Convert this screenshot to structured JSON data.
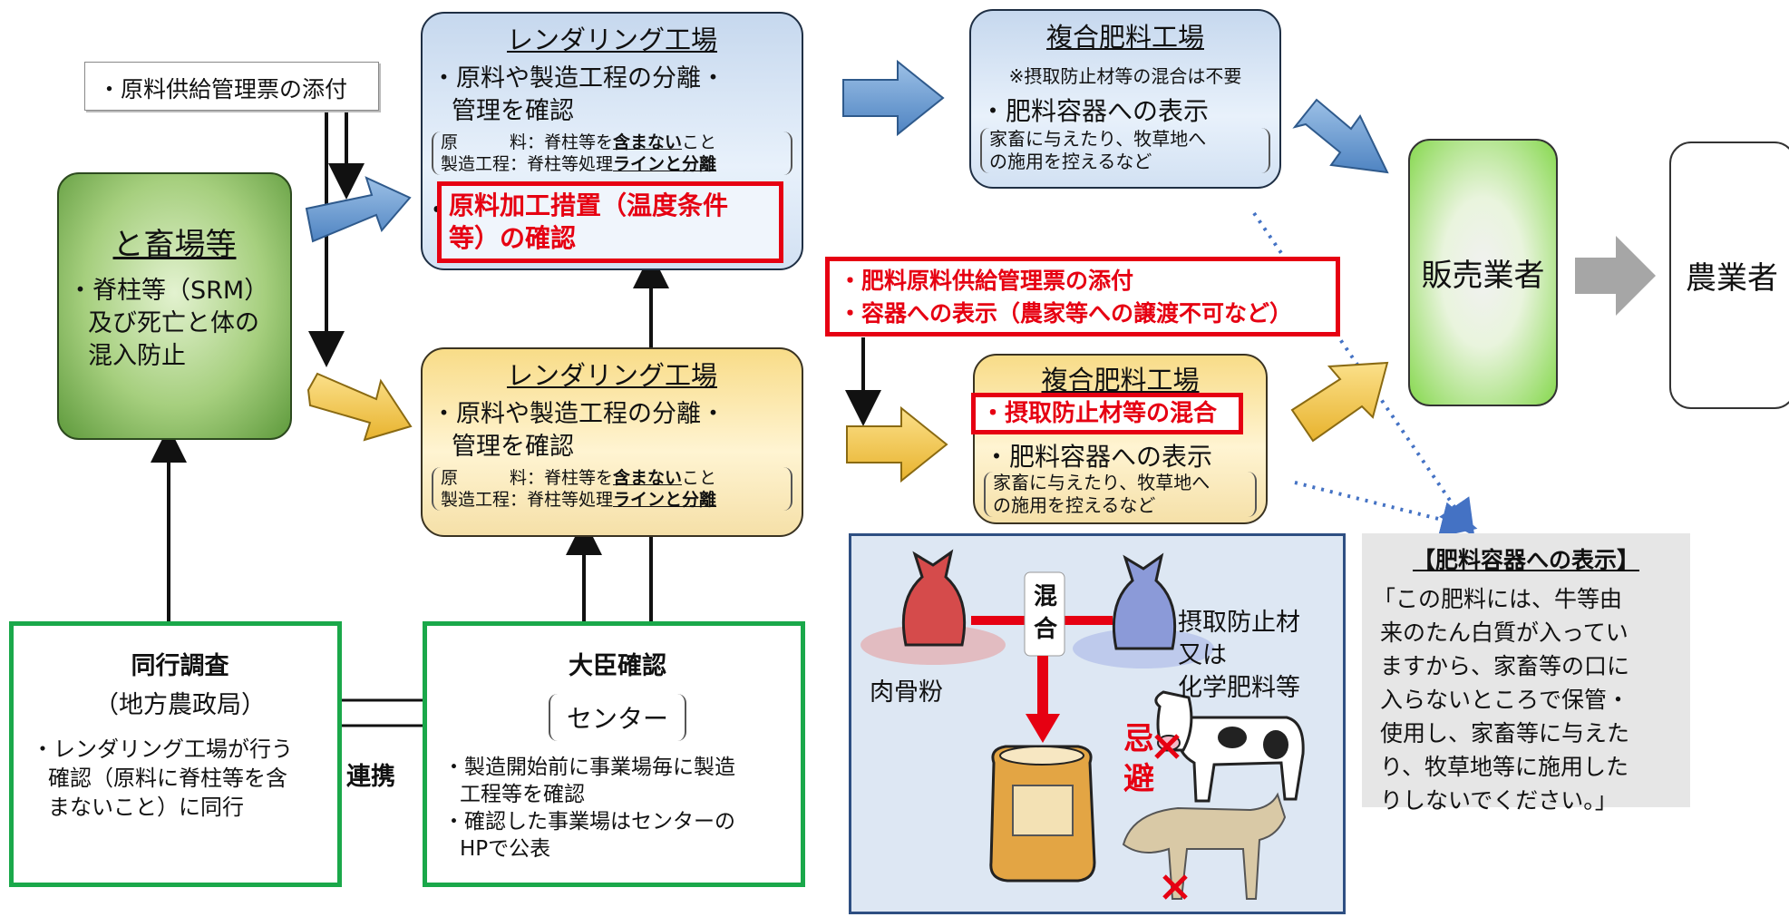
{
  "note_attach": "・原料供給管理票の添付",
  "slaughter": {
    "title": "と畜場等",
    "text1": "・脊柱等（SRM）",
    "text2": "及び死亡と体の",
    "text3": "混入防止"
  },
  "render_blue": {
    "title": "レンダリング工場",
    "line1": "・原料や製造工程の分離・",
    "line2": "管理を確認",
    "detail1_pre": "原　　　料：脊柱等を",
    "detail1_bold": "含まない",
    "detail1_post": "こと",
    "detail2_pre": "製造工程：脊柱等処理",
    "detail2_bold": "ラインと分離",
    "red_bullet": "・",
    "red_line1": "原料加工措置（温度条件",
    "red_line2": "等）の確認"
  },
  "render_yellow": {
    "title": "レンダリング工場",
    "line1": "・原料や製造工程の分離・",
    "line2": "管理を確認",
    "detail1_pre": "原　　　料：脊柱等を",
    "detail1_bold": "含まない",
    "detail1_post": "こと",
    "detail2_pre": "製造工程：脊柱等処理",
    "detail2_bold": "ラインと分離"
  },
  "fert_blue": {
    "title": "複合肥料工場",
    "note": "※摂取防止材等の混合は不要",
    "line1": "・肥料容器への表示",
    "detail1": "家畜に与えたり、牧草地へ",
    "detail2": "の施用を控えるなど"
  },
  "fert_yellow": {
    "title": "複合肥料工場",
    "red_line": "・摂取防止材等の混合",
    "line1": "・肥料容器への表示",
    "detail1": "家畜に与えたり、牧草地へ",
    "detail2": "の施用を控えるなど"
  },
  "red_note": {
    "line1": "・肥料原料供給管理票の添付",
    "line2": "・容器への表示（農家等への譲渡不可など）"
  },
  "seller": "販売業者",
  "farmer": "農業者",
  "joint": {
    "title": "同行調査",
    "subtitle": "（地方農政局）",
    "body1": "・レンダリング工場が行う",
    "body2": "確認（原料に脊柱等を含",
    "body3": "まないこと）に同行"
  },
  "cooperation": "連携",
  "minister": {
    "title": "大臣確認",
    "center": "センター",
    "body1": "・製造開始前に事業場毎に製造",
    "body2": "工程等を確認",
    "body3": "・確認した事業場はセンターの",
    "body4": "HPで公表"
  },
  "illustration": {
    "meat_bone": "肉骨粉",
    "mix1": "混",
    "mix2": "合",
    "deterrent1": "摂取防止材",
    "deterrent2": "又は",
    "deterrent3": "化学肥料等",
    "avoid1": "忌",
    "avoid2": "避"
  },
  "label_notice": {
    "title": "【肥料容器への表示】",
    "l1": "「この肥料には、牛等由",
    "l2": "来のたん白質が入ってい",
    "l3": "ますから、家畜等の口に",
    "l4": "入らないところで保管・",
    "l5": "使用し、家畜等に与えた",
    "l6": "り、牧草地等に施用した",
    "l7": "りしないでください。」"
  },
  "colors": {
    "accent_red": "#e60012",
    "green_outline": "#1aa84a",
    "arrow_blue": "#5b8fc9",
    "arrow_yellow": "#f0c040",
    "dotted_blue": "#4472c4"
  },
  "icons": [
    "block-arrow-right",
    "gray-arrow-right",
    "bag-icon",
    "cow-icon",
    "cross-mark-icon"
  ]
}
